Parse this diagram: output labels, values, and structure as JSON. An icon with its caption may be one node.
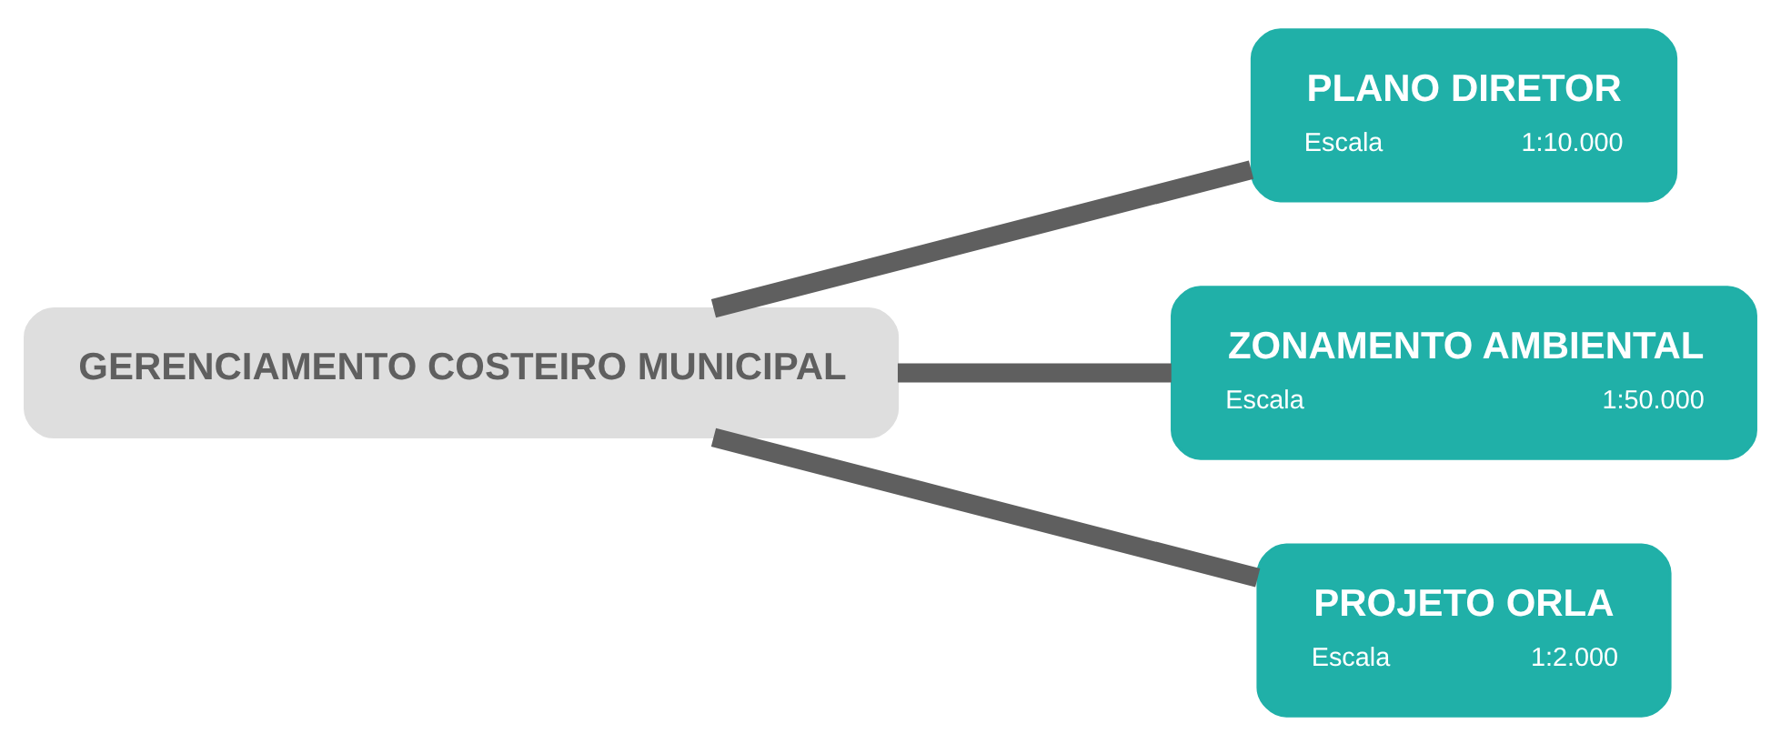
{
  "diagram": {
    "nodes": [
      {
        "text": [
          "GERENCIAMENTO COSTEIRO MUNICIPAL"
        ]
      },
      {
        "text": [
          "PLANO DIRETOR",
          "Escala",
          "1:10.000"
        ]
      },
      {
        "text": [
          "ZONAMENTO AMBIENTAL",
          "Escala",
          "1:50.000"
        ]
      },
      {
        "text": [
          "PROJETO ORLA",
          "Escala",
          "1:2.000"
        ]
      }
    ],
    "edges": [
      {
        "from": 0,
        "to": 1,
        "arrow": "none"
      },
      {
        "from": 0,
        "to": 2,
        "arrow": "none"
      },
      {
        "from": 0,
        "to": 3,
        "arrow": "none"
      }
    ]
  }
}
